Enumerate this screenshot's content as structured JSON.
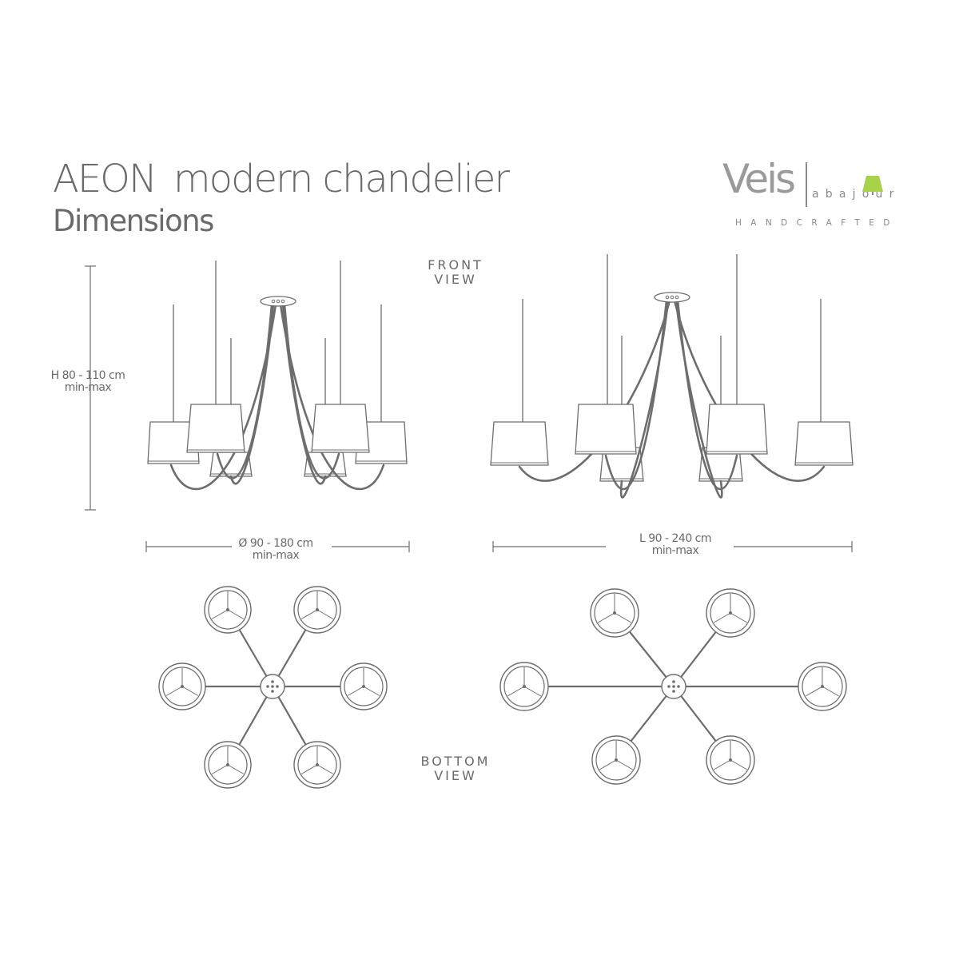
{
  "heading": {
    "title_part1": "AEON",
    "title_part2": "modern chandelier",
    "subtitle": "Dimensions"
  },
  "brand": {
    "name": "Veis",
    "sub": "abajour",
    "tagline": "HANDCRAFTED",
    "accent_color": "#a8d24a",
    "text_color": "#9a9a9a"
  },
  "views": {
    "front_line1": "FRONT",
    "front_line2": "VIEW",
    "bottom_line1": "BOTTOM",
    "bottom_line2": "VIEW"
  },
  "dimensions": {
    "height_value": "H 80 - 110 cm",
    "height_note": "min-max",
    "diameter_value": "Ø 90 - 180 cm",
    "diameter_note": "min-max",
    "length_value": "L  90 - 240 cm",
    "length_note": "min-max"
  },
  "colors": {
    "line": "#6d6d6d",
    "text": "#6a6a6a"
  }
}
